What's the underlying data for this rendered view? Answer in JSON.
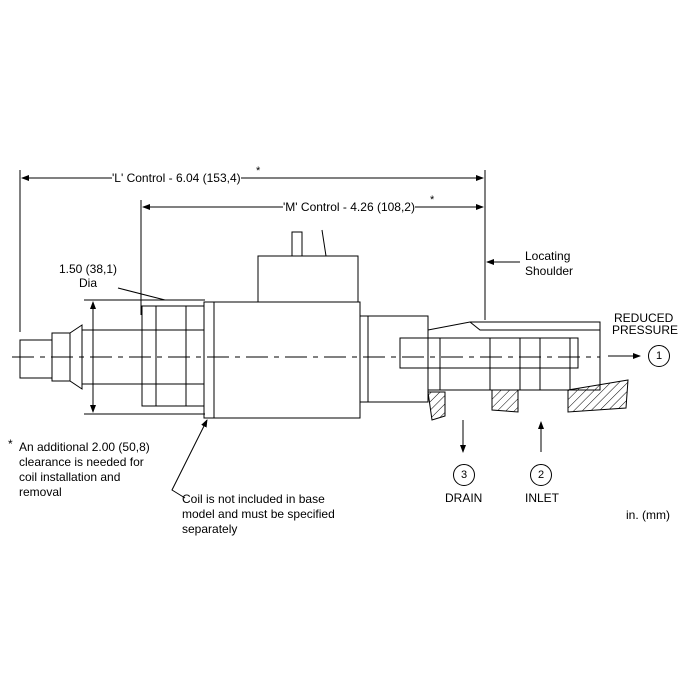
{
  "dimensions": {
    "l_control": "'L' Control - 6.04 (153,4)",
    "m_control": "'M' Control - 4.26 (108,2)",
    "asterisk": "*",
    "dia_value": "1.50 (38,1)",
    "dia_label": "Dia"
  },
  "callouts": {
    "locating_line1": "Locating",
    "locating_line2": "Shoulder",
    "coil_line1": "Coil is not included in base",
    "coil_line2": "model and must be specified",
    "coil_line3": "separately"
  },
  "footnote": {
    "line1": "An additional 2.00 (50,8)",
    "line2": "clearance is needed for",
    "line3": "coil installation and",
    "line4": "removal"
  },
  "ports": {
    "reduced_line1": "REDUCED",
    "reduced_line2": "PRESSURE",
    "reduced_number": "1",
    "inlet": "INLET",
    "inlet_number": "2",
    "drain": "DRAIN",
    "drain_number": "3"
  },
  "units": "in. (mm)"
}
